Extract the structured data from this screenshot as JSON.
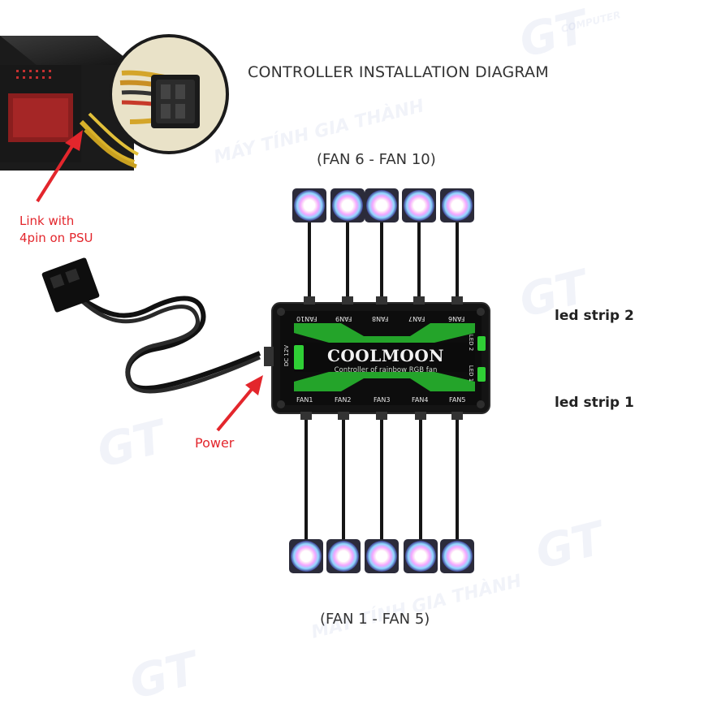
{
  "title": "CONTROLLER INSTALLATION DIAGRAM",
  "labels": {
    "fan_top": "(FAN 6 - FAN 10)",
    "fan_bottom": "(FAN 1 - FAN 5)",
    "psu_note_line1": "Link with",
    "psu_note_line2": "4pin on PSU",
    "power": "Power",
    "led_strip_2": "led strip 2",
    "led_strip_1": "led strip 1"
  },
  "controller": {
    "brand": "COOLMOON",
    "subtitle": "Controller of rainbow RGB fan",
    "ports_top": [
      "FAN10",
      "FAN9",
      "FAN8",
      "FAN7",
      "FAN6"
    ],
    "ports_bottom": [
      "FAN1",
      "FAN2",
      "FAN3",
      "FAN4",
      "FAN5"
    ],
    "power_port": "DC 12V",
    "led_ports": [
      "LED 2",
      "LED 1"
    ]
  },
  "watermarks": {
    "brand": "GT",
    "computer": "COMPUTER",
    "shop": "MÁY TÍNH GIA THÀNH"
  },
  "colors": {
    "accent_red": "#e3262c",
    "controller_body": "#151515",
    "controller_glow": "#36d13a",
    "cable": "#111111"
  }
}
